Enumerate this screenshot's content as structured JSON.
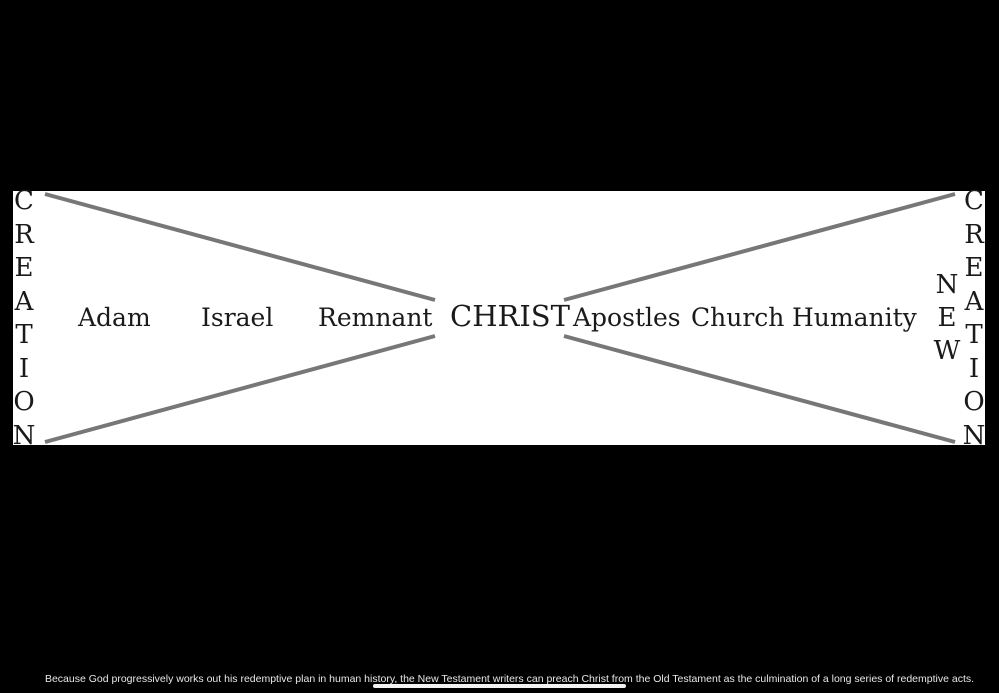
{
  "diagram": {
    "left_label": "CREATION",
    "right_label_outer": "CREATION",
    "right_label_inner": "NEW",
    "nodes": [
      "Adam",
      "Israel",
      "Remnant",
      "CHRIST",
      "Apostles",
      "Church",
      "Humanity"
    ],
    "line_color": "#777777",
    "panel_color": "#ffffff"
  },
  "caption": "Because God progressively works out his redemptive plan in human history, the New Testament writers can preach Christ from the Old Testament as the culmination of a long series of redemptive acts."
}
